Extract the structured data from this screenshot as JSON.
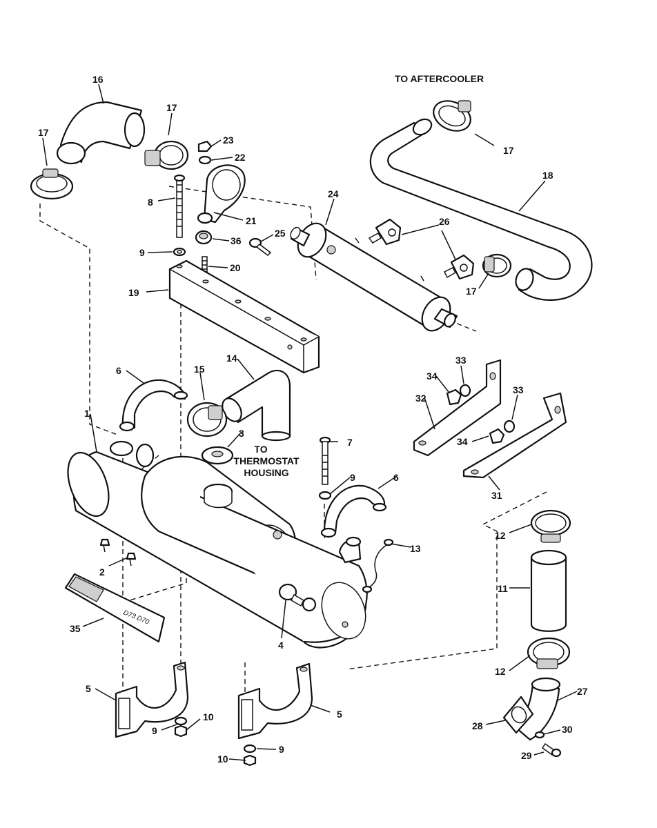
{
  "notes": {
    "aftercooler": "TO AFTERCOOLER",
    "thermostat_1": "TO",
    "thermostat_2": "THERMOSTAT",
    "thermostat_3": "HOUSING"
  },
  "callouts": {
    "c1": "1",
    "c2": "2",
    "c3": "3",
    "c4": "4",
    "c5a": "5",
    "c5b": "5",
    "c6a": "6",
    "c6b": "6",
    "c7": "7",
    "c8": "8",
    "c9a": "9",
    "c9b": "9",
    "c9c": "9",
    "c9d": "9",
    "c10a": "10",
    "c10b": "10",
    "c11": "11",
    "c12a": "12",
    "c12b": "12",
    "c13": "13",
    "c14": "14",
    "c15": "15",
    "c16": "16",
    "c17a": "17",
    "c17b": "17",
    "c17c": "17",
    "c17d": "17",
    "c18": "18",
    "c19": "19",
    "c20": "20",
    "c21": "21",
    "c22": "22",
    "c23": "23",
    "c24": "24",
    "c25": "25",
    "c26": "26",
    "c27": "27",
    "c28": "28",
    "c29": "29",
    "c30": "30",
    "c31": "31",
    "c32": "32",
    "c33a": "33",
    "c33b": "33",
    "c34a": "34",
    "c34b": "34",
    "c35": "35",
    "c36": "36"
  },
  "decal": {
    "model": "D73 D70"
  }
}
